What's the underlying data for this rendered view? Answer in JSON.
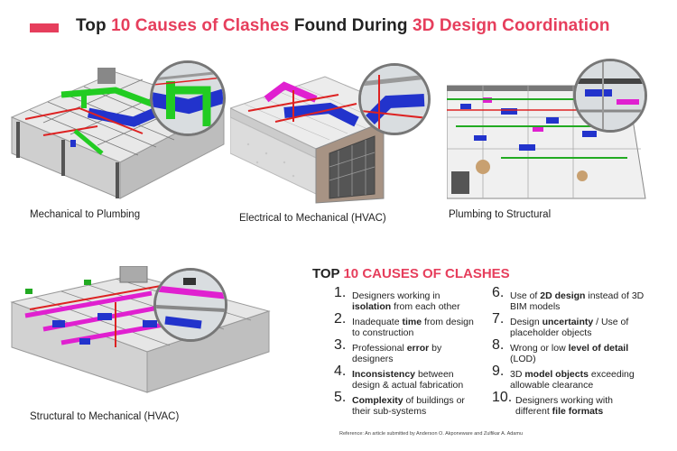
{
  "header": {
    "title_part1": "Top ",
    "title_highlight1": "10 Causes of Clashes",
    "title_part2": " Found During ",
    "title_highlight2": "3D Design Coordination"
  },
  "illustrations": [
    {
      "caption": "Mechanical to Plumbing"
    },
    {
      "caption": "Electrical to Mechanical (HVAC)"
    },
    {
      "caption": "Plumbing to Structural"
    },
    {
      "caption": "Structural to Mechanical (HVAC)"
    }
  ],
  "causes": {
    "title_prefix": "TOP ",
    "title_highlight": "10 CAUSES OF CLASHES",
    "items": [
      {
        "num": "1.",
        "a": "Designers working in ",
        "b": "isolation",
        "c": " from each other"
      },
      {
        "num": "2.",
        "a": "Inadequate ",
        "b": "time",
        "c": " from design to construction"
      },
      {
        "num": "3.",
        "a": "Professional ",
        "b": "error",
        "c": " by designers"
      },
      {
        "num": "4.",
        "a": "",
        "b": "Inconsistency",
        "c": " between design & actual fabrication"
      },
      {
        "num": "5.",
        "a": "",
        "b": "Complexity",
        "c": " of buildings or their sub-systems"
      },
      {
        "num": "6.",
        "a": "Use of ",
        "b": "2D design",
        "c": " instead of 3D BIM models"
      },
      {
        "num": "7.",
        "a": "Design ",
        "b": "uncertainty",
        "c": " / Use of placeholder objects"
      },
      {
        "num": "8.",
        "a": "Wrong or low ",
        "b": "level of detail",
        "c": " (LOD)"
      },
      {
        "num": "9.",
        "a": "3D ",
        "b": "model objects",
        "c": " exceeding allowable clearance"
      },
      {
        "num": "10.",
        "a": "Designers working with different ",
        "b": "file formats",
        "c": ""
      }
    ]
  },
  "reference": "Reference: An article submitted by Anderson O. Akponeware and Zulfikar A. Adamu",
  "colors": {
    "accent": "#e63e5c",
    "duct_blue": "#2233cc",
    "pipe_green": "#22cc22",
    "magenta": "#e020d0",
    "pipe_red": "#dd2222"
  }
}
